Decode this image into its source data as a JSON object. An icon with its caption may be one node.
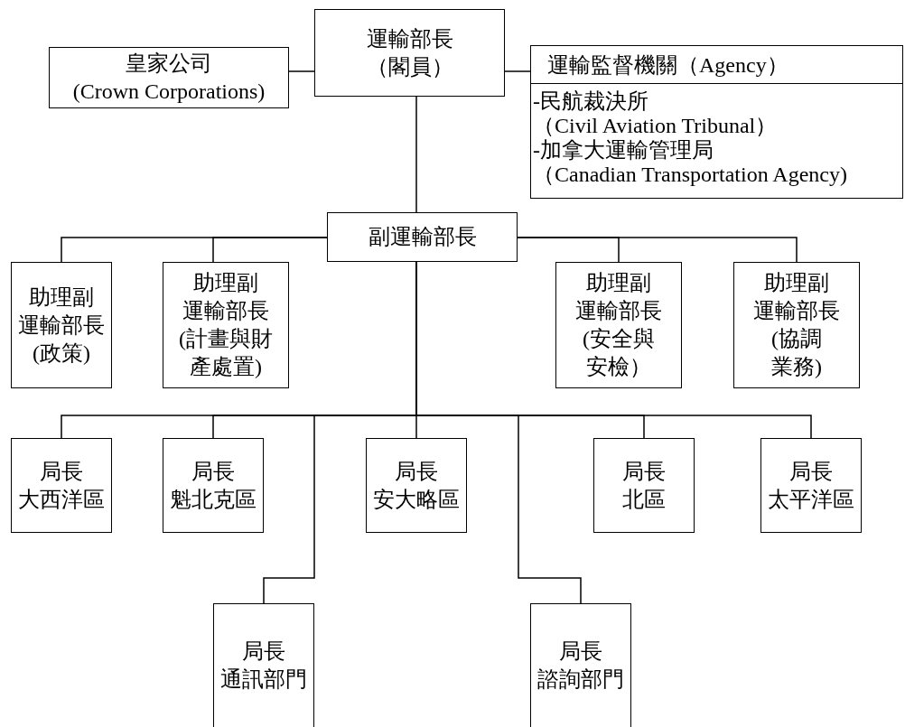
{
  "diagram": {
    "nodes": [
      {
        "text": [
          "皇家公司",
          "(Crown Corporations)"
        ]
      },
      {
        "text": [
          "運輸部長",
          "（閣員）"
        ]
      },
      {
        "text": [
          "運輸監督機關（Agency）",
          "-民航裁決所（Civil Aviation Tribunal）",
          "-加拿大運輸管理局（Canadian Transportation Agency)"
        ]
      },
      {
        "text": [
          "副運輸部長"
        ]
      },
      {
        "text": [
          "助理副運輸部長(政策)"
        ]
      },
      {
        "text": [
          "助理副運輸部長(計畫與財產處置)"
        ]
      },
      {
        "text": [
          "助理副運輸部長(安全與安檢）"
        ]
      },
      {
        "text": [
          "助理副運輸部長(協調業務)"
        ]
      },
      {
        "text": [
          "局長",
          "大西洋區"
        ]
      },
      {
        "text": [
          "局長",
          "魁北克區"
        ]
      },
      {
        "text": [
          "局長",
          "安大略區"
        ]
      },
      {
        "text": [
          "局長",
          "北區"
        ]
      },
      {
        "text": [
          "局長",
          "太平洋區"
        ]
      },
      {
        "text": [
          "局長",
          "通訊部門"
        ]
      },
      {
        "text": [
          "局長",
          "諮詢部門"
        ]
      }
    ],
    "edges": [
      {
        "from": 1,
        "to": 0,
        "arrow": "none"
      },
      {
        "from": 1,
        "to": 2,
        "arrow": "none"
      },
      {
        "from": 1,
        "to": 3,
        "arrow": "none"
      },
      {
        "from": 3,
        "to": 4,
        "arrow": "none"
      },
      {
        "from": 3,
        "to": 5,
        "arrow": "none"
      },
      {
        "from": 3,
        "to": 6,
        "arrow": "none"
      },
      {
        "from": 3,
        "to": 7,
        "arrow": "none"
      },
      {
        "from": 3,
        "to": 8,
        "arrow": "none"
      },
      {
        "from": 3,
        "to": 9,
        "arrow": "none"
      },
      {
        "from": 3,
        "to": 10,
        "arrow": "none"
      },
      {
        "from": 3,
        "to": 11,
        "arrow": "none"
      },
      {
        "from": 3,
        "to": 12,
        "arrow": "none"
      },
      {
        "from": 3,
        "to": 13,
        "arrow": "none"
      },
      {
        "from": 3,
        "to": 14,
        "arrow": "none"
      }
    ]
  }
}
